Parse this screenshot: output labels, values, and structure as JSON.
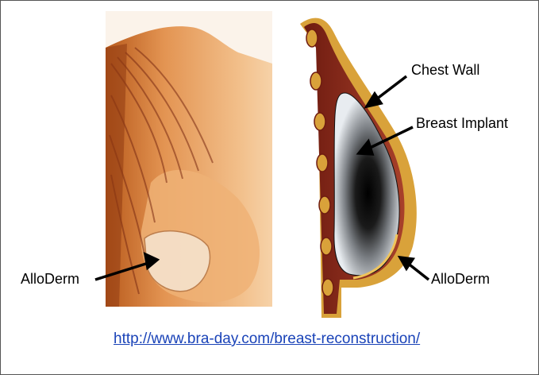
{
  "labels": {
    "chest_wall": "Chest Wall",
    "breast_implant": "Breast Implant",
    "alloderm_right": "AlloDerm",
    "alloderm_left": "AlloDerm"
  },
  "source_link": "http://www.bra-day.com/breast-reconstruction/",
  "colors": {
    "skin": "#e8a469",
    "muscle": "#8c2a1a",
    "fat": "#d9a23a",
    "implant_light": "#e4e8ec",
    "implant_dark": "#0d0d0d",
    "link": "#1a43b8"
  }
}
